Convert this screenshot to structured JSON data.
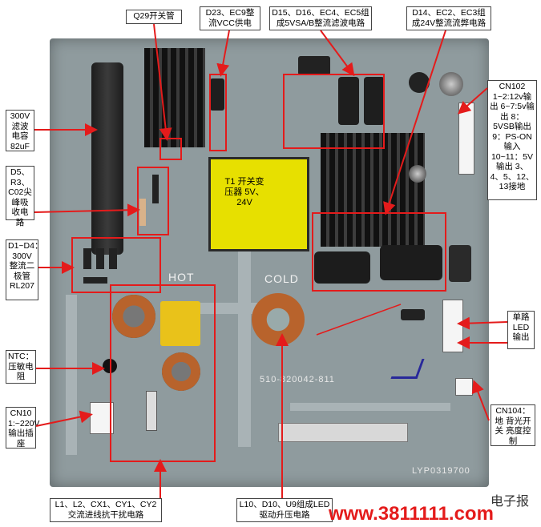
{
  "labels": {
    "q29": "Q29开关管",
    "d23": "D23、EC9整流VCC供电",
    "d15": "D15、D16、EC4、EC5组成5VSA/B整流滤波电路",
    "d14": "D14、EC2、EC3组成24V整流流弊电路",
    "cap300": "300V滤波电容82uF",
    "d5": "D5、R3、C02尖峰吸收电路",
    "d1": "D1~D4：300V整流二极管RL207",
    "cn102": "CN102 1~2:12v输出 6~7:5v输出 8：5VSB输出 9：PS-ON输入 10~11：5V输出 3、4、5、12、13接地",
    "led": "单路LED输出",
    "ntc": "NTC：压敏电阻",
    "cn10": "CN10 1:~220V输出插座",
    "cn104": "CN104：地 背光开关 亮度控制",
    "emi": "L1、L2、CX1、CY1、CY2交流进线抗干扰电路",
    "boost": "L10、D10、U9组成LED驱动升压电路",
    "t1": "T1 开关变压器 5V、24V"
  },
  "board": {
    "hot_text": "HOT",
    "cold_text": "COLD",
    "part_number": "510-820042-811",
    "model": "LYP0319700"
  },
  "watermark": {
    "brand": "电子报",
    "site": "www.3811111.com"
  }
}
